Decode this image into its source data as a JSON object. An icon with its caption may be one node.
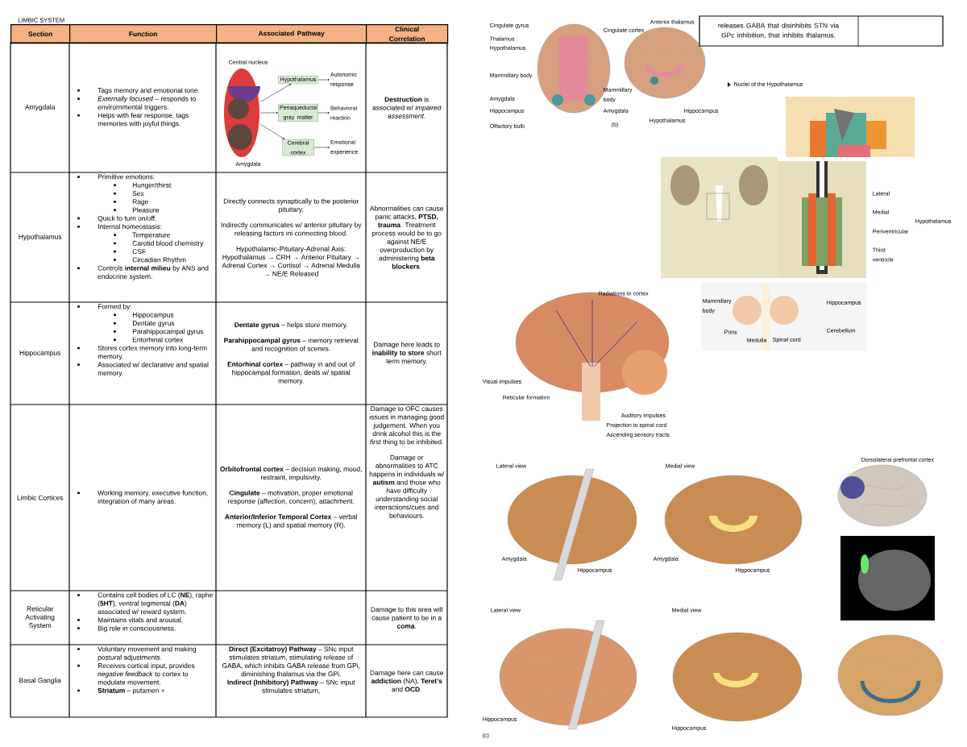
{
  "diagram": {
    "title": "LIMBIC SYSTEM",
    "nodes": [
      {
        "text": [],
        "shape": "picture",
        "beside": [
          "Central nucleus",
          "Amygdala"
        ]
      },
      {
        "text": [
          "Hypothalamus"
        ]
      },
      {
        "text": [
          "Periaqueductal gray matter"
        ]
      },
      {
        "text": [
          "Cerebral cortex"
        ]
      },
      {
        "text": [
          "Autonomic response"
        ]
      },
      {
        "text": [
          "Behavioral reaction"
        ]
      },
      {
        "text": [
          "Emotional experience"
        ]
      }
    ],
    "edges": [
      {
        "from": 0,
        "to": 1,
        "arrow": "to"
      },
      {
        "from": 0,
        "to": 2,
        "arrow": "to"
      },
      {
        "from": 0,
        "to": 3,
        "arrow": "to"
      },
      {
        "from": 1,
        "to": 4,
        "arrow": "to"
      },
      {
        "from": 2,
        "to": 5,
        "arrow": "to"
      },
      {
        "from": 3,
        "to": 6,
        "arrow": "to"
      }
    ],
    "labels": [
      "Section",
      "Function",
      "Associated Pathway",
      "Clinical Correlation",
      "Amygdala",
      "Tags memory and emotional tone.",
      "*Externally focused* – responds to envirornmental triggers.",
      "Helps with fear response, tags memories with joyful things.",
      "**Destruction** is associated w/ *impaired assessment*.",
      "Hypothalamus",
      "Primitive emotions:",
      "Hunger/thirst",
      "Sex",
      "Rage",
      "Pleasure",
      "Quick to turn on/off.",
      "Internal homeostasis:",
      "Temperature",
      "Carotid blood chemistry",
      "CSF",
      "Circadian Rhythm",
      "Controls **internal milieu** by ANS and endocrine system.",
      "Directly connects synaptically to the posterior pituitary.",
      "Indirectly communicates w/ anterior pituitary by releasing factors ini connecting blood.",
      "Hypothalamic-Pituitary-Adrenal Axis: Hypothalamus → CRH → Anterior Pituitary → Adrenal Cortex → Cortisol → Adrenal Medulla → NE/E Released",
      "Abnormalities can cause panic attacks, **PTSD, trauma**. Treatment process would be to go against NE/E overproduction by administering **beta blockers**.",
      "Hippocampus",
      "Formed by:",
      "Hippocampus",
      "Dentate gyrus",
      "Parahippocampal gyrus",
      "Entorhinal cortex",
      "Stores cortex memory into long-term memory.",
      "Associated w/ declarative and spatial memory.",
      "**Dentate gyrus** – helps store memory.",
      "**Parahippocampal gyrus** – memory retrieval and recognition of scenes.",
      "**Entorhinal cortex** – pathway in and out of hippocampal formation, deals w/ spatial memory.",
      "Damage here leads to **inability to store** short term memory.",
      "Limbic Cortices",
      "Working memory, executive function, integration of many areas.",
      "**Orbitofrontal cortex** – decision making, mood, restraint, impulsivity.",
      "**Cingulate** – motivation, proper emotional response (affection, concern), attachment.",
      "**Anterior/Inferior Temporal Cortex** – verbal memory (L) and spatial memory (R).",
      "Damage to OFC causes issues in managing good judgement. When you drink alcohol this is the *first* thing to be inhibited.",
      "Damage or abnormalities to ATC happens in individuals w/ **autism** and those who have difficulty understanding social interactions/cues and behaviours.",
      "Reticular Activating System",
      "Contains cell bodies of LC (**NE**), raphe (**5HT**), ventral tegmental (**DA**) associated w/ reward system.",
      "Maintains vitals and arousal.",
      "Big role in consciousness.",
      "Damage to this area will cause patient to be in a **coma**.",
      "Basal Ganglia",
      "Voluntary movement and making postural adjustments.",
      "Receives cortical input, provides *negative feedback* to cortex to modulate movement.",
      "**Striatum** – putamen +",
      "**Direct (Excitatroy) Pathway** – SNc input stimulates striatum, stimulating release of GABA, which inhibits GABA release from GPi, diminishing thalamus via the GPi.",
      "**Indirect (Inhibitory) Pathway** – SNc input stimulates striatum,",
      "Damage here can cause **addiction** (NA), **Teret’s** and **OCD**.",
      "releases GABA that disinhibits STN via GPc inhibition, that inhibits thalamus.",
      "Cingulate gyrus",
      "Thalamus",
      "Hypothalamus",
      "Mammillary body",
      "Amygdala",
      "Hippocampus",
      "Olfactory bulb",
      "Anterior thalamus",
      "Cingulate cortex",
      "Mammillary body",
      "Amygdala",
      "Hypothalamus",
      "Hippocampus",
      "(b)",
      "Nuclei of the Hypothalamus",
      "Lateral",
      "Medial",
      "Hypothalamus",
      "Periventricular",
      "Third ventricle",
      "Mammillary body",
      "Pons",
      "Medulla",
      "Spinal cord",
      "Hippocampus",
      "Cerebellum",
      "Radiations to cortex",
      "Visual impulses",
      "Reticular formation",
      "Auditory impulses",
      "Projection to spinal cord",
      "Ascending sensory tracts",
      "Lateral view",
      "Amygdala",
      "Hippocampus",
      "Medial view",
      "Amygdala",
      "Hippocampus",
      "Dorsolateral prefrontal cortex",
      "Lateral view",
      "Hippocampus",
      "Medial view",
      "Hippocampus",
      "(c)"
    ]
  }
}
